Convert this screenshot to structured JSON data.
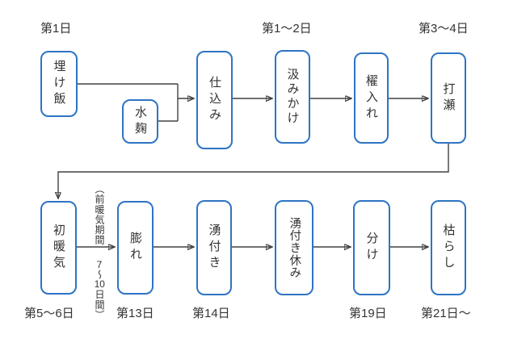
{
  "diagram_type": "flowchart",
  "colors": {
    "box_border": "#2e74c4",
    "connector": "#404040",
    "text": "#333333",
    "background": "#ffffff"
  },
  "nodes": [
    {
      "id": "ikemeshi",
      "label": "埋け飯"
    },
    {
      "id": "mizukoji",
      "label": "水麹"
    },
    {
      "id": "shikomi",
      "label": "仕込み"
    },
    {
      "id": "kumikake",
      "label": "汲みかけ"
    },
    {
      "id": "kaiire",
      "label": "櫂入れ"
    },
    {
      "id": "utase",
      "label": "打瀬"
    },
    {
      "id": "hatsudanki",
      "label": "初暖気"
    },
    {
      "id": "fukure",
      "label": "膨れ"
    },
    {
      "id": "wakitsuki",
      "label": "湧付き"
    },
    {
      "id": "wakitsuki-yasumi",
      "label": "湧付き休み"
    },
    {
      "id": "wake",
      "label": "分け"
    },
    {
      "id": "karashi",
      "label": "枯らし"
    }
  ],
  "day_labels": [
    {
      "id": "day1",
      "text": "第1日",
      "attached_to": "ikemeshi",
      "position": "above"
    },
    {
      "id": "day1-2",
      "text": "第1〜2日",
      "attached_to": "kumikake",
      "position": "above"
    },
    {
      "id": "day3-4",
      "text": "第3〜4日",
      "attached_to": "utase",
      "position": "above"
    },
    {
      "id": "day5-6",
      "text": "第5〜6日",
      "attached_to": "hatsudanki",
      "position": "below"
    },
    {
      "id": "day13",
      "text": "第13日",
      "attached_to": "fukure",
      "position": "below"
    },
    {
      "id": "day14",
      "text": "第14日",
      "attached_to": "wakitsuki",
      "position": "below"
    },
    {
      "id": "day19",
      "text": "第19日",
      "attached_to": "wake",
      "position": "below"
    },
    {
      "id": "day21",
      "text": "第21日〜",
      "attached_to": "karashi",
      "position": "below"
    }
  ],
  "note": {
    "full_text": "（前暖気期間7〜10日間）",
    "part1": "（前暖気期間",
    "num1": "7",
    "wave": "〜",
    "num2": "10",
    "part2": "日間）"
  },
  "edges": [
    {
      "from": "ikemeshi",
      "to": "shikomi"
    },
    {
      "from": "mizukoji",
      "to": "shikomi"
    },
    {
      "from": "shikomi",
      "to": "kumikake"
    },
    {
      "from": "kumikake",
      "to": "kaiire"
    },
    {
      "from": "kaiire",
      "to": "utase"
    },
    {
      "from": "utase",
      "to": "hatsudanki"
    },
    {
      "from": "hatsudanki",
      "to": "fukure"
    },
    {
      "from": "fukure",
      "to": "wakitsuki"
    },
    {
      "from": "wakitsuki",
      "to": "wakitsuki-yasumi"
    },
    {
      "from": "wakitsuki-yasumi",
      "to": "wake"
    },
    {
      "from": "wake",
      "to": "karashi"
    }
  ]
}
